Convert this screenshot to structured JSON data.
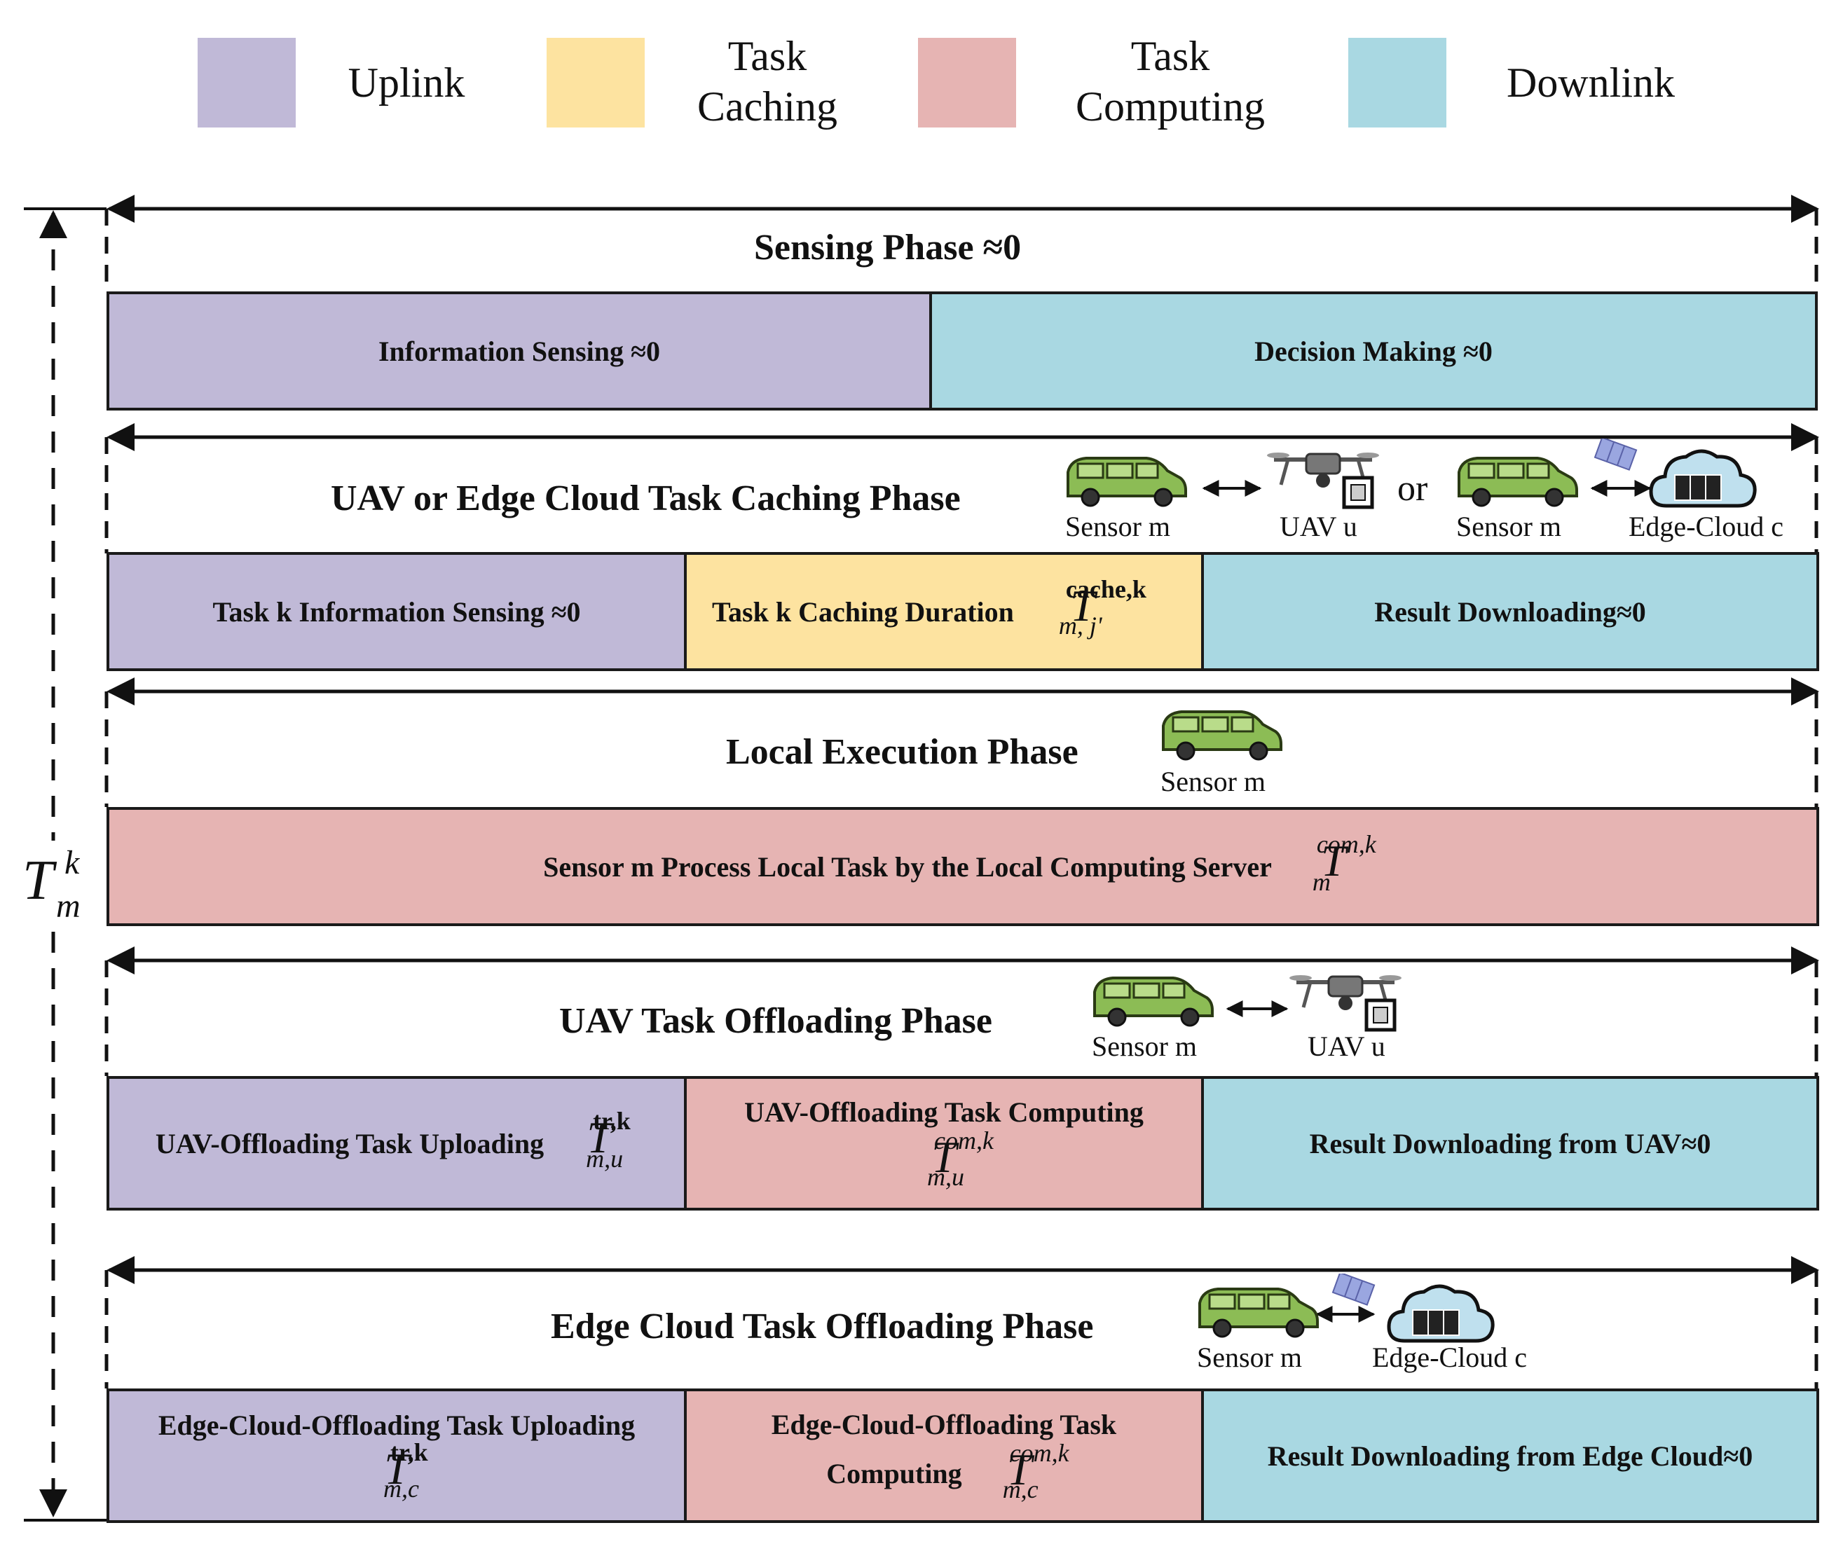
{
  "legend": [
    {
      "label_line1": "Uplink",
      "label_line2": "",
      "color": "#c0b9d7"
    },
    {
      "label_line1": "Task",
      "label_line2": "Caching",
      "color": "#fde3a0"
    },
    {
      "label_line1": "Task",
      "label_line2": "Computing",
      "color": "#e6b4b3"
    },
    {
      "label_line1": "Downlink",
      "label_line2": "",
      "color": "#a9d8e2"
    }
  ],
  "total_time": {
    "symbol": "T",
    "sup": "k",
    "sub": "m"
  },
  "phases": {
    "sensing": {
      "title": "Sensing  Phase  ≈0",
      "cells": [
        "Information Sensing ≈0",
        "Decision Making ≈0"
      ]
    },
    "caching": {
      "title": "UAV or Edge Cloud Task Caching Phase",
      "icons": {
        "sensor1": "Sensor m",
        "uav": "UAV u",
        "or": "or",
        "sensor2": "Sensor m",
        "cloud": "Edge-Cloud c"
      },
      "cells": [
        "Task k Information Sensing ≈0",
        "Task k Caching Duration",
        "Result Downloading≈0"
      ],
      "math": {
        "symbol": "T",
        "sup": "cache,k",
        "sub": "m, j'"
      }
    },
    "local": {
      "title": "Local Execution Phase",
      "icons": {
        "sensor": "Sensor m"
      },
      "cells": [
        "Sensor m Process Local Task by the Local Computing Server"
      ],
      "math": {
        "symbol": "T",
        "sup": "com,k",
        "sub": "m"
      }
    },
    "uav_offload": {
      "title": "UAV Task Offloading Phase",
      "icons": {
        "sensor": "Sensor m",
        "uav": "UAV u"
      },
      "cells": [
        "UAV-Offloading Task Uploading",
        "UAV-Offloading Task Computing",
        "Result Downloading from UAV≈0"
      ],
      "math1": {
        "symbol": "T",
        "sup": "tr,k",
        "sub": "m,u"
      },
      "math2": {
        "symbol": "T",
        "sup": "com,k",
        "sub": "m,u"
      }
    },
    "edge_offload": {
      "title": "Edge Cloud Task Offloading Phase",
      "icons": {
        "sensor": "Sensor m",
        "cloud": "Edge-Cloud c"
      },
      "cells": [
        "Edge-Cloud-Offloading Task Uploading",
        "Edge-Cloud-Offloading Task",
        "Computing",
        "Result Downloading from Edge Cloud≈0"
      ],
      "math1": {
        "symbol": "T",
        "sup": "tr,k",
        "sub": "m,c"
      },
      "math2": {
        "symbol": "T",
        "sup": "com,k",
        "sub": "m,c"
      }
    }
  }
}
